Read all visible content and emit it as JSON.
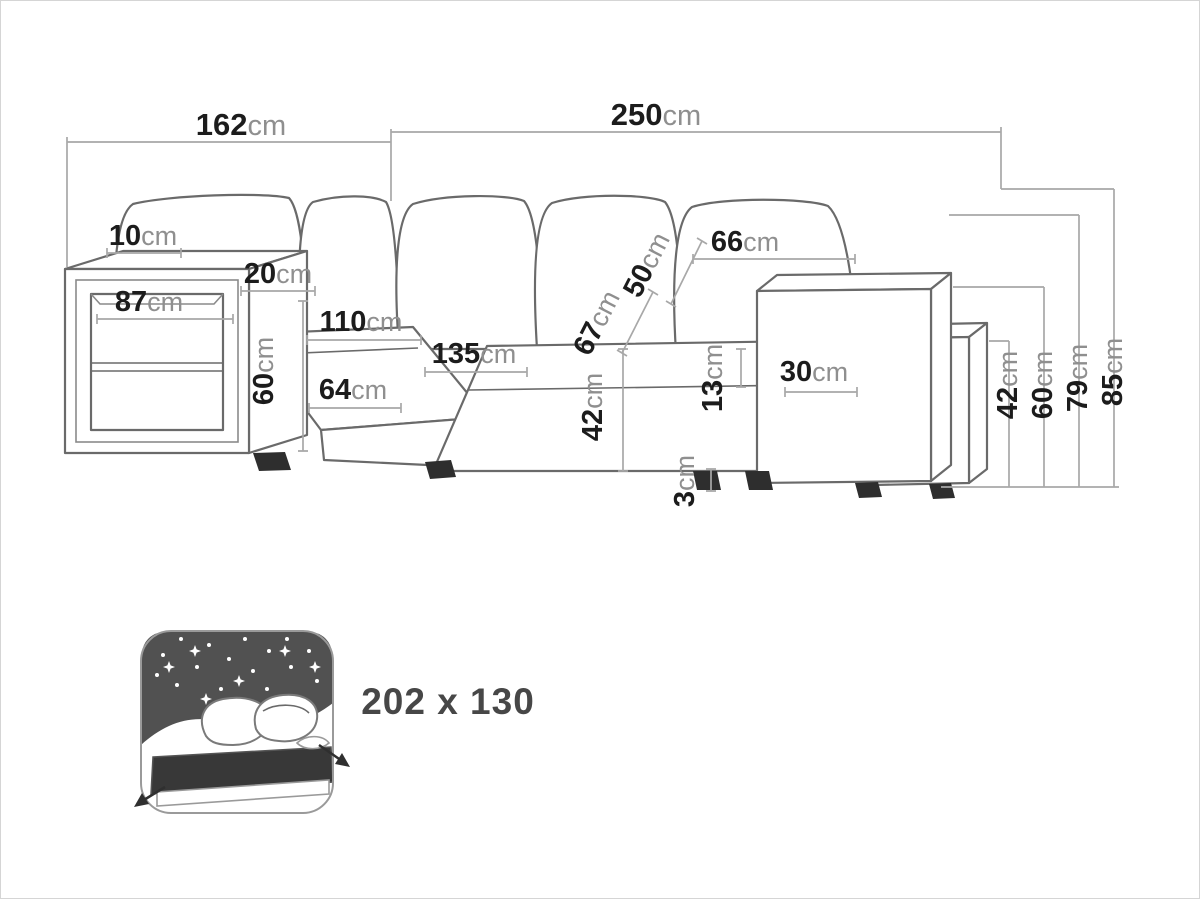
{
  "diagram": {
    "labels": {
      "top_width_left": {
        "value": "162",
        "unit": "cm"
      },
      "top_width_right": {
        "value": "250",
        "unit": "cm"
      },
      "back_cushion_top": {
        "value": "10",
        "unit": "cm"
      },
      "left_armrest_top": {
        "value": "20",
        "unit": "cm"
      },
      "left_armrest_shelf": {
        "value": "87",
        "unit": "cm"
      },
      "left_armrest_height": {
        "value": "60",
        "unit": "cm"
      },
      "left_seat_depth": {
        "value": "110",
        "unit": "cm"
      },
      "left_seat_width": {
        "value": "64",
        "unit": "cm"
      },
      "corner_seat_width": {
        "value": "135",
        "unit": "cm"
      },
      "seat_diagonal_depth": {
        "value": "67",
        "unit": "cm"
      },
      "back_pillow_height": {
        "value": "50",
        "unit": "cm"
      },
      "seat_height": {
        "value": "42",
        "unit": "cm"
      },
      "leg_height": {
        "value": "3",
        "unit": "cm"
      },
      "seat_cushion_thickness": {
        "value": "13",
        "unit": "cm"
      },
      "right_armrest_length": {
        "value": "66",
        "unit": "cm"
      },
      "right_armrest_top": {
        "value": "30",
        "unit": "cm"
      },
      "pouf_height": {
        "value": "42",
        "unit": "cm"
      },
      "right_armrest_height": {
        "value": "60",
        "unit": "cm"
      },
      "backrest_height": {
        "value": "79",
        "unit": "cm"
      },
      "overall_height": {
        "value": "85",
        "unit": "cm"
      }
    },
    "sleeping": {
      "size": "202 x 130"
    },
    "colors": {
      "outline": "#6a6a6a",
      "dimension_line": "#a8a8a8",
      "number_text": "#1c1c1c",
      "unit_text": "#8f8f8f",
      "dark_fill": "#515151"
    }
  }
}
